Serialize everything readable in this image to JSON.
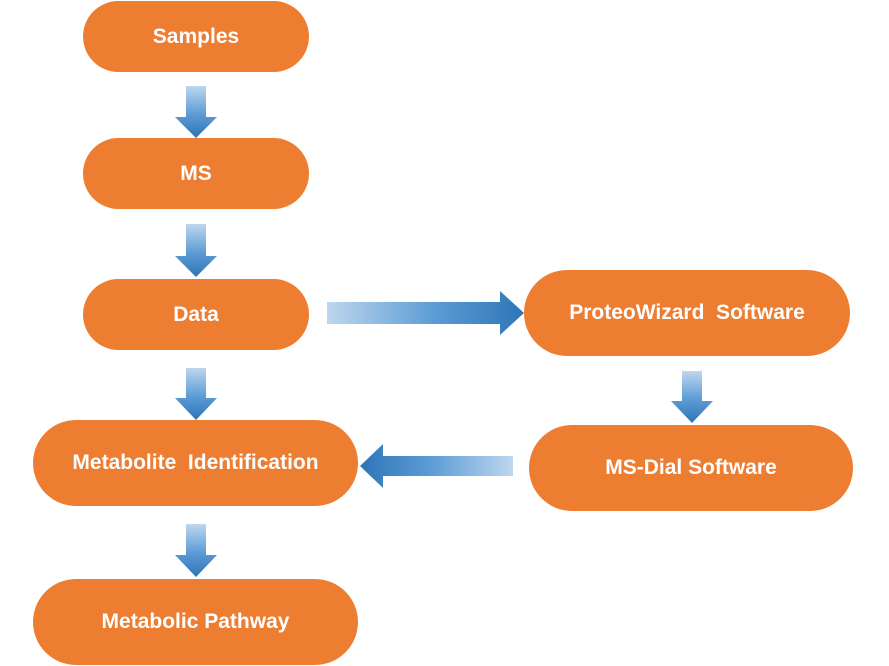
{
  "nodes": {
    "samples": "Samples",
    "ms": "MS",
    "data": "Data",
    "metabolite_identification": "Metabolite  Identification",
    "metabolic_pathway": "Metabolic Pathway",
    "proteowizard": "ProteoWizard  Software",
    "ms_dial": "MS-Dial Software"
  },
  "colors": {
    "node_fill": "#ED7D31",
    "node_text": "#FFFFFF",
    "arrow_dark": "#2E75B6",
    "arrow_light": "#BDD7EE"
  }
}
